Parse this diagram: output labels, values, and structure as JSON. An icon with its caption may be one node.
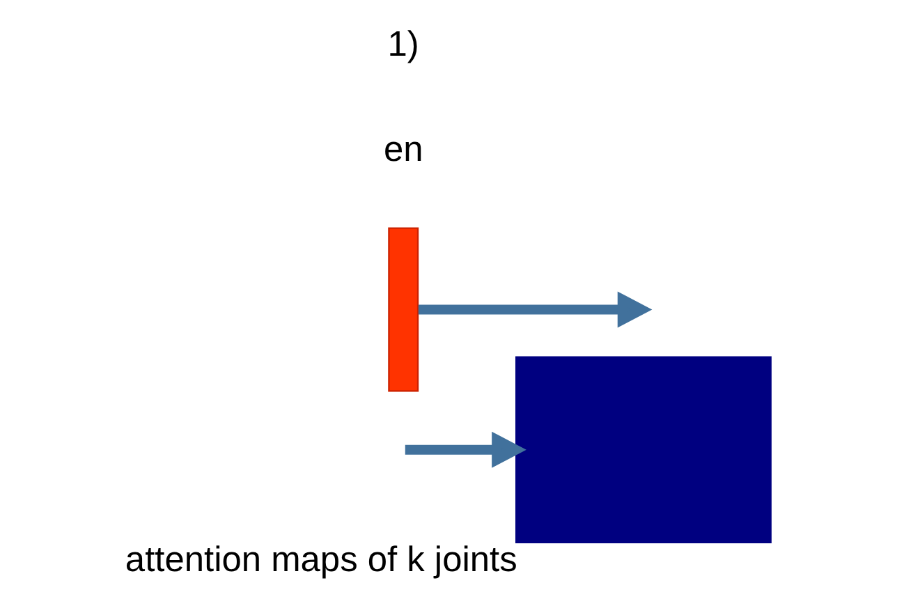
{
  "diagram": {
    "nodes": [
      {
        "text": [],
        "shape": "box",
        "beside": [
          "attention maps of k joints"
        ]
      },
      {
        "text": [],
        "shape": "bar"
      }
    ],
    "edges": [
      {
        "from": null,
        "to": 0,
        "arrow": "to"
      },
      {
        "from": 1,
        "to": null,
        "arrow": "to"
      }
    ],
    "labels": [
      "en",
      "1)"
    ]
  }
}
